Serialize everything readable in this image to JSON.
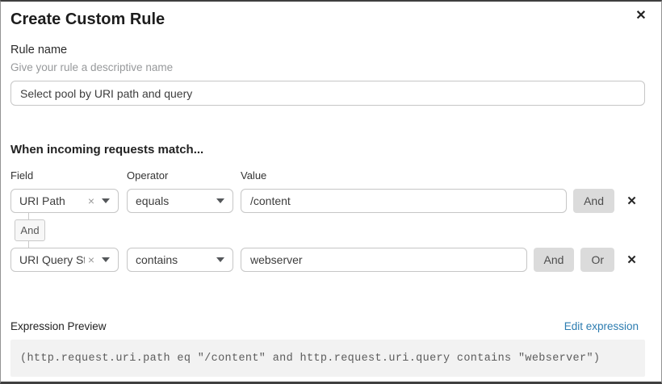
{
  "dialog": {
    "title": "Create Custom Rule"
  },
  "icons": {
    "close": "✕",
    "remove": "✕",
    "clear": "×"
  },
  "rule_name": {
    "label": "Rule name",
    "hint": "Give your rule a descriptive name",
    "value": "Select pool by URI path and query"
  },
  "matcher": {
    "heading": "When incoming requests match...",
    "columns": {
      "field": "Field",
      "operator": "Operator",
      "value": "Value"
    },
    "row_joiner": "And",
    "rows": [
      {
        "field": "URI Path",
        "operator": "equals",
        "value": "/content",
        "and_label": "And"
      },
      {
        "field": "URI Query St...",
        "operator": "contains",
        "value": "webserver",
        "and_label": "And",
        "or_label": "Or"
      }
    ]
  },
  "expression": {
    "label": "Expression Preview",
    "edit_link": "Edit expression",
    "code": "(http.request.uri.path eq \"/content\" and http.request.uri.query contains \"webserver\")"
  },
  "colors": {
    "link_blue": "#2c7cb0",
    "button_bg": "#dbdbdb",
    "code_bg": "#f2f2f2",
    "border_gray": "#c6c6c6",
    "text_dark": "#1d1d1d",
    "hint_gray": "#97999b"
  }
}
